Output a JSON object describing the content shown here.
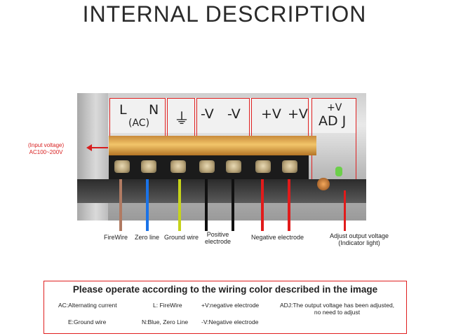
{
  "title": "INTERNAL DESCRIPTION",
  "input_note": {
    "line1": "(Input voltage)",
    "line2": "AC100~200V"
  },
  "terminal_symbols": {
    "L": "L",
    "N": "N",
    "AC": "(AC)",
    "ground": "⏚",
    "neg1": "-V",
    "neg2": "-V",
    "pos1": "+V",
    "pos2": "+V",
    "adj_top": "+V",
    "adj_main": "AD J"
  },
  "wire_labels": {
    "firewire": "FireWire",
    "zero_line": "Zero line",
    "ground_wire": "Ground wire",
    "positive_line1": "Positive",
    "positive_line2": "electrode",
    "negative": "Negative electrode",
    "adjust_line1": "Adjust output voltage",
    "adjust_line2": "(Indicator light)"
  },
  "colors": {
    "accent_red": "#e02020",
    "wire_brown": "#b07a62",
    "wire_blue": "#1a73e8",
    "wire_yellow_green": "#c6d31a",
    "wire_black": "#111111",
    "wire_red": "#e11b1b"
  },
  "notes": {
    "title": "Please operate according to the wiring color described in the image",
    "ac": "AC:Alternating current",
    "l": "L: FireWire",
    "plus_v": "+V:negative electrode",
    "adj_line1": "ADJ:The output voltage has been adjusted,",
    "adj_line2": "no need to adjust",
    "e": "E:Ground wire",
    "n": "N:Blue, Zero Line",
    "minus_v": "-V:Negative electrode"
  }
}
